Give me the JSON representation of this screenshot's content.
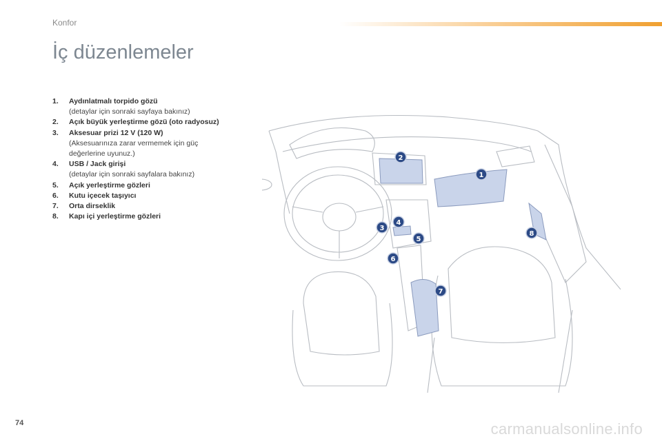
{
  "header": {
    "section": "Konfor"
  },
  "page": {
    "title": "İç düzenlemeler",
    "number": "74"
  },
  "items": [
    {
      "num": "1.",
      "label": "Aydınlatmalı torpido gözü",
      "desc": "(detaylar için sonraki sayfaya bakınız)"
    },
    {
      "num": "2.",
      "label": "Açık büyük yerleştirme gözü (oto radyosuz)",
      "desc": ""
    },
    {
      "num": "3.",
      "label": "Aksesuar prizi 12 V (120 W)",
      "desc": "(Aksesuarınıza zarar vermemek için güç değerlerine uyunuz.)"
    },
    {
      "num": "4.",
      "label": "USB / Jack girişi",
      "desc": "(detaylar için sonraki sayfalara bakınız)"
    },
    {
      "num": "5.",
      "label": "Açık yerleştirme gözleri",
      "desc": ""
    },
    {
      "num": "6.",
      "label": "Kutu içecek taşıyıcı",
      "desc": ""
    },
    {
      "num": "7.",
      "label": "Orta dirseklik",
      "desc": ""
    },
    {
      "num": "8.",
      "label": "Kapı içi yerleştirme gözleri",
      "desc": ""
    }
  ],
  "callouts": [
    "1",
    "2",
    "3",
    "4",
    "5",
    "6",
    "7",
    "8"
  ],
  "watermark": "carmanualsonline.info",
  "colors": {
    "accent": "#f0a030",
    "callout": "#2c4a86",
    "highlight": "#c9d4ea",
    "title": "#7d8791"
  }
}
